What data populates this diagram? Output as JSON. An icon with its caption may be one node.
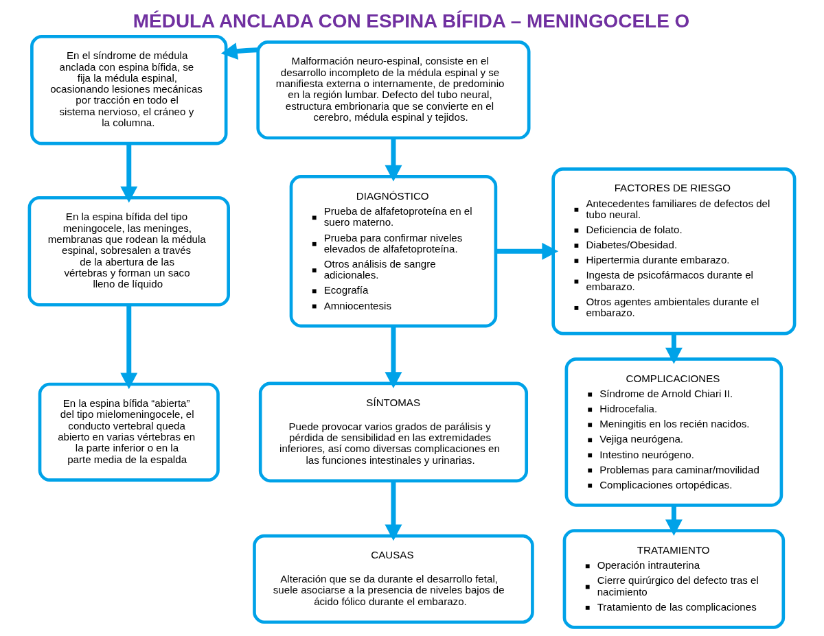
{
  "diagram": {
    "title": "MÉDULA ANCLADA CON ESPINA BÍFIDA – MENINGOCELE O",
    "nodes": [
      {
        "text": [
          "En el síndrome de médula anclada con espina bífida, se fija la médula espinal, ocasionando lesiones mecánicas por tracción en todo el sistema nervioso, el cráneo y la columna."
        ]
      },
      {
        "text": [
          "Malformación neuro-espinal, consiste en el desarrollo incompleto de la médula espinal y se manifiesta externa o internamente, de predominio en la región lumbar. Defecto del tubo neural, estructura embrionaria que se convierte en el cerebro, médula espinal y tejidos."
        ]
      },
      {
        "text": [
          "FACTORES DE RIESGO",
          "Antecedentes familiares de defectos del tubo neural.",
          "Deficiencia de folato.",
          "Diabetes/Obesidad.",
          "Hipertermia durante embarazo.",
          "Ingesta de psicofármacos durante el embarazo.",
          "Otros agentes ambientales durante el embarazo."
        ]
      },
      {
        "text": [
          "En la espina bífida del tipo meningocele, las meninges, membranas que rodean la médula espinal, sobresalen a través de la abertura de las vértebras y forman un saco lleno de líquido"
        ]
      },
      {
        "text": [
          "DIAGNÓSTICO",
          "Prueba de alfafetoproteína en el suero materno.",
          "Prueba para confirmar niveles elevados de alfafetoproteína.",
          "Otros análisis de sangre adicionales.",
          "Ecografía",
          "Amniocentesis"
        ]
      },
      {
        "text": [
          "COMPLICACIONES",
          "Síndrome de Arnold Chiari II.",
          "Hidrocefalia.",
          "Meningitis en los recién nacidos.",
          "Vejiga neurógena.",
          "Intestino neurógeno.",
          "Problemas para caminar/movilidad",
          "Complicaciones ortopédicas."
        ]
      },
      {
        "text": [
          "En la espina bífida “abierta” del tipo mielomeningocele, el conducto vertebral queda abierto en varias vértebras en la parte inferior o en la parte media de la espalda"
        ]
      },
      {
        "text": [
          "SÍNTOMAS",
          "Puede provocar varios grados de parálisis y pérdida de sensibilidad en las extremidades inferiores, así como diversas complicaciones en las funciones intestinales y urinarias."
        ]
      },
      {
        "text": [
          "TRATAMIENTO",
          "Operación intrauterina",
          "Cierre quirúrgico del defecto tras el nacimiento",
          "Tratamiento de las complicaciones"
        ]
      },
      {
        "text": [
          "CAUSAS",
          "Alteración que se da durante el desarrollo fetal, suele asociarse a la presencia de niveles bajos de ácido fólico durante el embarazo."
        ]
      }
    ],
    "edges": [
      {
        "from": 1,
        "to": 0,
        "arrow": "to"
      },
      {
        "from": 0,
        "to": 3,
        "arrow": "to"
      },
      {
        "from": 3,
        "to": 6,
        "arrow": "to"
      },
      {
        "from": 1,
        "to": 4,
        "arrow": "to"
      },
      {
        "from": 4,
        "to": 2,
        "arrow": "to"
      },
      {
        "from": 4,
        "to": 7,
        "arrow": "to"
      },
      {
        "from": 7,
        "to": 9,
        "arrow": "to"
      },
      {
        "from": 2,
        "to": 5,
        "arrow": "to"
      },
      {
        "from": 5,
        "to": 8,
        "arrow": "to"
      }
    ]
  }
}
